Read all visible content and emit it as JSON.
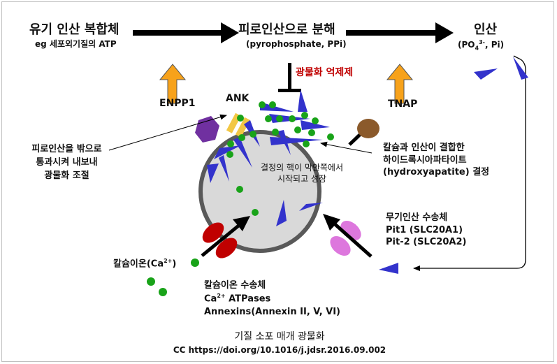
{
  "top_flow": {
    "organic_complex": "유기 인산 복합체",
    "organic_complex_sub": "eg 세포외기질의 ATP",
    "pyrophosphate": "피로인산으로 분해",
    "pyrophosphate_sub": "(pyrophosphate, PPi)",
    "phosphate": "인산",
    "phosphate_sub_a": "(PO",
    "phosphate_sub_sub": "4",
    "phosphate_sub_sup": "3-",
    "phosphate_sub_b": ", Pi)"
  },
  "enzymes": {
    "enpp1": "ENPP1",
    "tnap": "TNAP",
    "ank": "ANK",
    "inhibitor": "광물화 억제제"
  },
  "labels": {
    "pyro_out_1": "피로인산을 밖으로",
    "pyro_out_2": "통과시켜 내보내",
    "pyro_out_3": "광물화 조절",
    "ca_p_1": "칼슘과 인산이 결합한",
    "ca_p_2": "하이드록시아파타이트",
    "ca_p_3": "(hydroxyapatite) 결정",
    "nucleation_1": "결정의 핵이 막안쪽에서",
    "nucleation_2": "시작되고 성장",
    "pi_transporter_1": "무기인산 수송체",
    "pi_transporter_2": "Pit1 (SLC20A1)",
    "pi_transporter_3": "Pit-2 (SLC20A2)",
    "ca_ion_a": "칼슘이온(Ca",
    "ca_ion_sup": "2+",
    "ca_ion_b": ")",
    "ca_transport_1": "칼슘이온 수송체",
    "ca_transport_2a": "Ca",
    "ca_transport_2sup": "2+",
    "ca_transport_2b": " ATPases",
    "ca_transport_3": "Annexins(Annexin II, V, VI)"
  },
  "footer": {
    "title": "기질 소포 매개 광물화",
    "credit": "CC https://doi.org/10.1016/j.jdsr.2016.09.002"
  },
  "colors": {
    "arrow_orange": "#f7a21b",
    "crystal_blue": "#3333cc",
    "calcium_green": "#19a319",
    "vesicle_fill": "#d9d9d9",
    "enpp1_purple": "#7030a0",
    "ank_yellow": "#f2c744",
    "tnap_brown": "#8b5a2b",
    "ca_channel_red": "#c00000",
    "pi_channel_pink": "#dd77dd",
    "inhibitor_red": "#c00000"
  }
}
